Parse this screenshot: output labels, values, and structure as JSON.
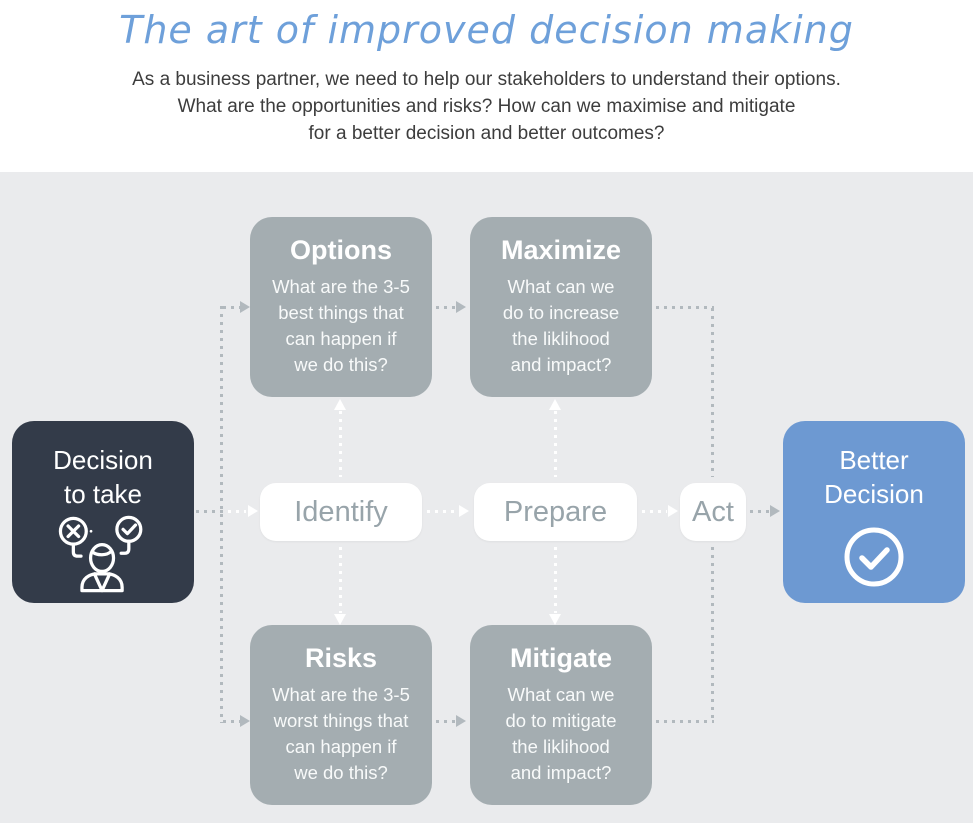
{
  "header": {
    "title": "The art of improved decision making",
    "subtitle_lines": [
      "As a business partner, we need to help our stakeholders to understand their options.",
      "What are the opportunities and risks? How can we maximise and mitigate",
      "for a better decision and better outcomes?"
    ]
  },
  "diagram": {
    "start": {
      "lines": [
        "Decision",
        "to take"
      ],
      "icon": "decision-person-icon"
    },
    "end": {
      "lines": [
        "Better",
        "Decision"
      ],
      "icon": "check-circle-icon"
    },
    "steps": [
      {
        "label": "Identify"
      },
      {
        "label": "Prepare"
      },
      {
        "label": "Act"
      }
    ],
    "quadrants": [
      {
        "title": "Options",
        "lines": [
          "What are the 3-5",
          "best things that",
          "can happen if",
          "we do this?"
        ]
      },
      {
        "title": "Maximize",
        "lines": [
          "What can we",
          "do to increase",
          "the liklihood",
          "and impact?"
        ]
      },
      {
        "title": "Risks",
        "lines": [
          "What are the 3-5",
          "worst things that",
          "can happen if",
          "we do this?"
        ]
      },
      {
        "title": "Mitigate",
        "lines": [
          "What can we",
          "do to mitigate",
          "the liklihood",
          "and impact?"
        ]
      }
    ],
    "colors": {
      "title_blue": "#6ea0da",
      "subtitle_text": "#3d3d3d",
      "panel_background": "#eaebed",
      "card_gray": "#a4adb1",
      "dark_navy": "#333b49",
      "accent_blue": "#6d99d2",
      "step_text": "#98a4aa",
      "connector_gray": "#b2b9be",
      "connector_white": "#ffffff"
    }
  }
}
